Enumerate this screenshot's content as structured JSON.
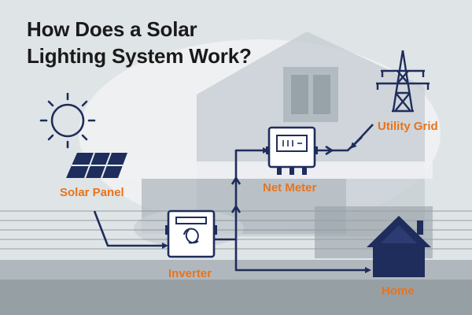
{
  "title": {
    "line1": "How Does a Solar",
    "line2": "Lighting System Work?"
  },
  "labels": {
    "solar_panel": "Solar Panel",
    "inverter": "Inverter",
    "net_meter": "Net Meter",
    "utility_grid": "Utility Grid",
    "home": "Home"
  },
  "colors": {
    "label_orange": "#e8731c",
    "line_navy": "#1f2d5c",
    "title_text": "#1a1a1a"
  },
  "icons": [
    "sun-icon",
    "solar-panel-icon",
    "inverter-icon",
    "net-meter-icon",
    "transmission-tower-icon",
    "home-icon"
  ]
}
